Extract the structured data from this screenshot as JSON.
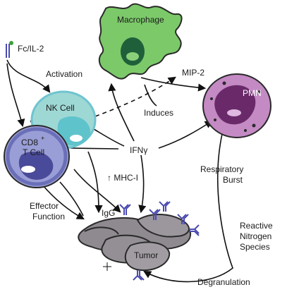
{
  "labels": {
    "fc_il2": "Fc/IL-2",
    "activation": "Activation",
    "macrophage": "Macrophage",
    "nk_cell": "NK Cell",
    "cd8": "CD8",
    "cd8_sup": "+",
    "t_cell": "T Cell",
    "induces": "Induces",
    "ifn": "IFNγ",
    "mip2": "MIP-2",
    "pmn": "PMN",
    "mhc": "↑ MHC-I",
    "effector_line1": "Effector",
    "effector_line2": "Function",
    "igg": "IgG",
    "tumor": "Tumor",
    "respiratory_line1": "Respiratory",
    "respiratory_line2": "Burst",
    "rns_line1": "Reactive",
    "rns_line2": "Nitrogen",
    "rns_line3": "Species",
    "degranulation": "Degranulation"
  },
  "colors": {
    "macrophage": "#7cc96a",
    "macrophage_nucleus": "#1f5f3a",
    "nk_cell": "#9ed8d4",
    "nk_nucleus": "#5fc3cc",
    "t_cell": "#9a9ed6",
    "t_cell_rim": "#6a6fb8",
    "t_nucleus": "#4a4a9a",
    "pmn": "#c48ac4",
    "pmn_nucleus": "#6a2a6a",
    "tumor": "#8f8a90",
    "antibody": "#4a4ab0",
    "fc_ligand": "#3da03d"
  }
}
